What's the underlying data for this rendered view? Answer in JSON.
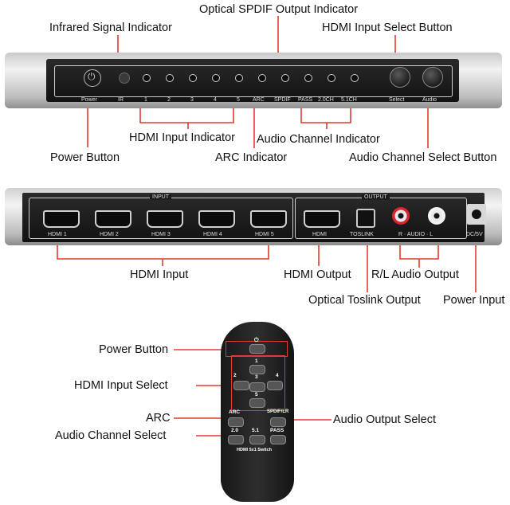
{
  "labels": {
    "optical_spdif_indicator": "Optical SPDIF Output Indicator",
    "infrared_indicator": "Infrared Signal Indicator",
    "hdmi_input_select_button": "HDMI Input Select Button",
    "hdmi_input_indicator": "HDMI Input Indicator",
    "audio_channel_indicator": "Audio Channel Indicator",
    "power_button": "Power Button",
    "arc_indicator": "ARC Indicator",
    "audio_channel_select_button": "Audio Channel Select Button",
    "hdmi_input": "HDMI Input",
    "hdmi_output": "HDMI Output",
    "rl_audio_output": "R/L Audio Output",
    "optical_toslink_output": "Optical Toslink Output",
    "power_input": "Power Input",
    "remote_power_button": "Power Button",
    "remote_hdmi_input_select": "HDMI Input Select",
    "remote_arc": "ARC",
    "remote_audio_channel_select": "Audio Channel Select",
    "remote_audio_output_select": "Audio Output Select"
  },
  "front_panel": {
    "power": "Power",
    "ir": "IR",
    "inputs": [
      "1",
      "2",
      "3",
      "4",
      "5"
    ],
    "arc": "ARC",
    "spdif": "SPDIF",
    "pass": "PASS",
    "ch20": "2.0CH",
    "ch51": "5.1CH",
    "select": "Select",
    "audio": "Audio"
  },
  "back_panel": {
    "input_group": "INPUT",
    "output_group": "OUTPUT",
    "hdmi_ports": [
      "HDMI 1",
      "HDMI 2",
      "HDMI 3",
      "HDMI 4",
      "HDMI 5"
    ],
    "hdmi_out": "HDMI",
    "toslink": "TOSLINK",
    "audio": "R · AUDIO · L",
    "dc": "DC/5V"
  },
  "remote": {
    "power_glyph": "⏻",
    "inputs": [
      "1",
      "2",
      "3",
      "4",
      "5"
    ],
    "arc": "ARC",
    "spdif": "SPDIF/LR",
    "ch20": "2.0",
    "ch51": "5.1",
    "pass": "PASS",
    "model": "HDMI 5x1 Switch"
  },
  "colors": {
    "callout_line": "#e23a2e",
    "device_face": "#161616",
    "rca_red": "#d8252b"
  }
}
